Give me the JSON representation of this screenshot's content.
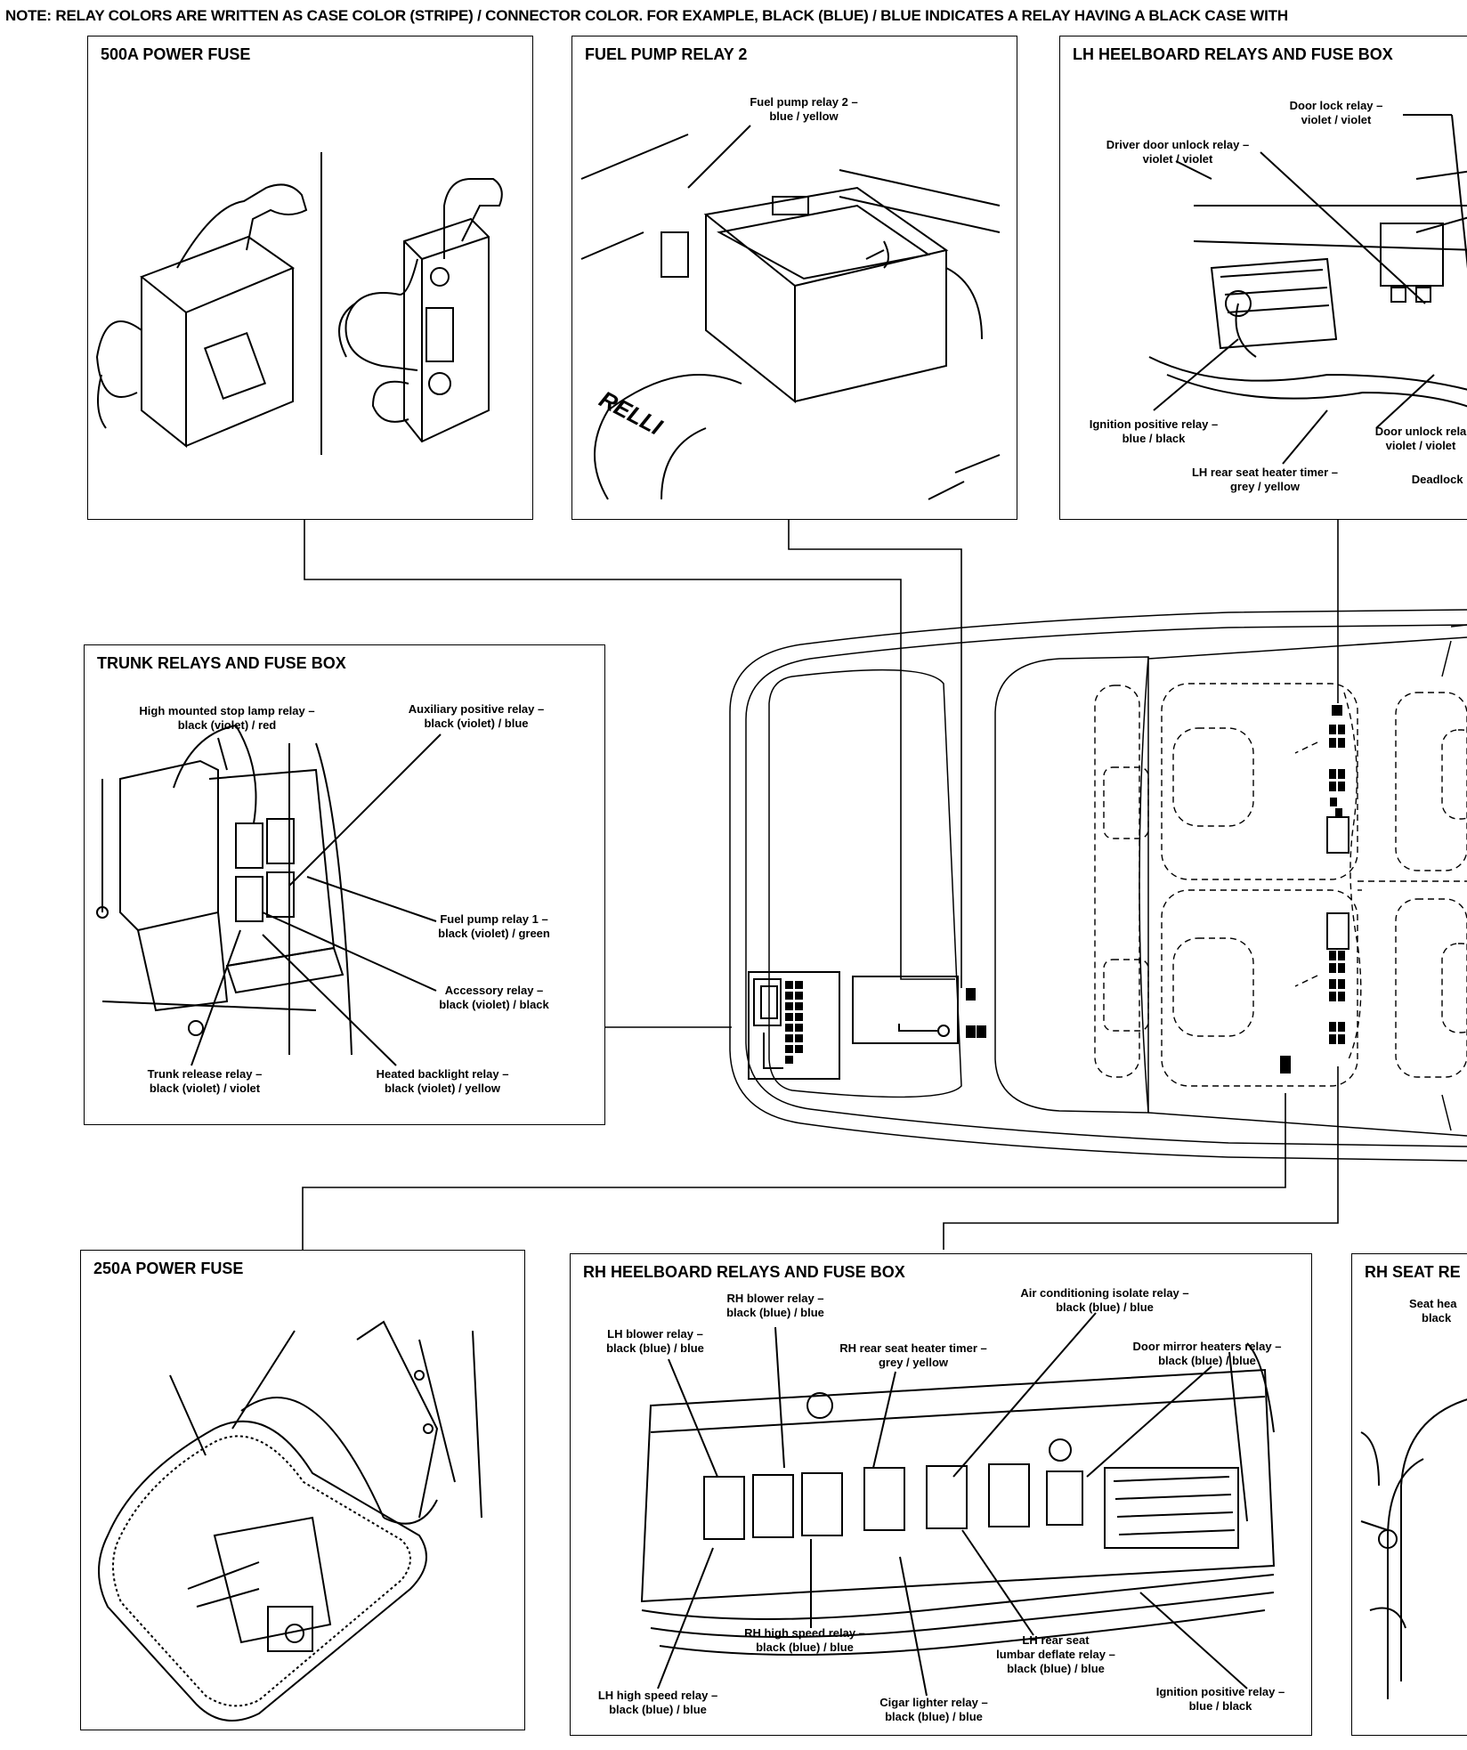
{
  "note": "NOTE: RELAY COLORS ARE WRITTEN AS CASE COLOR (STRIPE) / CONNECTOR COLOR.  FOR EXAMPLE,  BLACK (BLUE) / BLUE INDICATES A RELAY HAVING A BLACK CASE WITH",
  "panels": {
    "p500": {
      "title": "500A POWER FUSE"
    },
    "fuel2": {
      "title": "FUEL PUMP RELAY 2",
      "labels": {
        "fuel_pump_relay_2": [
          "Fuel pump relay 2 –",
          "blue / yellow"
        ]
      },
      "tire_text": "RELLI"
    },
    "lh": {
      "title": "LH HEELBOARD RELAYS AND FUSE BOX",
      "labels": {
        "door_lock": [
          "Door lock relay –",
          "violet / violet"
        ],
        "driver_door_unlock": [
          "Driver door unlock relay –",
          "violet / violet"
        ],
        "ignition_positive": [
          "Ignition positive relay –",
          "blue / black"
        ],
        "door_unlock": [
          "Door unlock rela",
          "violet / violet"
        ],
        "lh_rear_seat_heater_timer": [
          "LH rear seat heater timer –",
          "grey / yellow"
        ],
        "deadlock": [
          "Deadlock r"
        ]
      }
    },
    "trunk": {
      "title": "TRUNK RELAYS AND FUSE BOX",
      "labels": {
        "high_mounted_stop": [
          "High mounted stop lamp relay –",
          "black (violet) / red"
        ],
        "auxiliary_positive": [
          "Auxiliary positive relay –",
          "black (violet) / blue"
        ],
        "fuel_pump_relay_1": [
          "Fuel pump relay 1 –",
          "black (violet) / green"
        ],
        "accessory": [
          "Accessory relay –",
          "black (violet) / black"
        ],
        "trunk_release": [
          "Trunk release relay –",
          "black (violet) / violet"
        ],
        "heated_backlight": [
          "Heated backlight relay –",
          "black (violet) / yellow"
        ]
      }
    },
    "p250": {
      "title": "250A POWER FUSE"
    },
    "rh": {
      "title": "RH HEELBOARD RELAYS AND FUSE BOX",
      "labels": {
        "rh_blower": [
          "RH blower relay –",
          "black (blue) / blue"
        ],
        "lh_blower": [
          "LH blower relay –",
          "black (blue) / blue"
        ],
        "rh_rear_seat_heater_timer": [
          "RH rear seat heater timer –",
          "grey / yellow"
        ],
        "ac_isolate": [
          "Air conditioning isolate relay –",
          "black (blue) / blue"
        ],
        "door_mirror_heaters": [
          "Door mirror heaters relay –",
          "black (blue) / blue"
        ],
        "lh_rear_seat_lumbar": [
          "LH rear seat",
          "lumbar deflate relay –",
          "black (blue) / blue"
        ],
        "rh_high_speed": [
          "RH high speed relay –",
          "black (blue) / blue"
        ],
        "ignition_positive": [
          "Ignition positive relay –",
          "blue / black"
        ],
        "lh_high_speed": [
          "LH high speed relay –",
          "black (blue) / blue"
        ],
        "cigar_lighter": [
          "Cigar lighter relay –",
          "black (blue) / blue"
        ]
      }
    },
    "rhseat": {
      "title": "RH SEAT RE",
      "labels": {
        "seat_heater": [
          "Seat hea",
          "black"
        ]
      }
    }
  },
  "colors": {
    "ink": "#000000",
    "paper": "#ffffff"
  }
}
